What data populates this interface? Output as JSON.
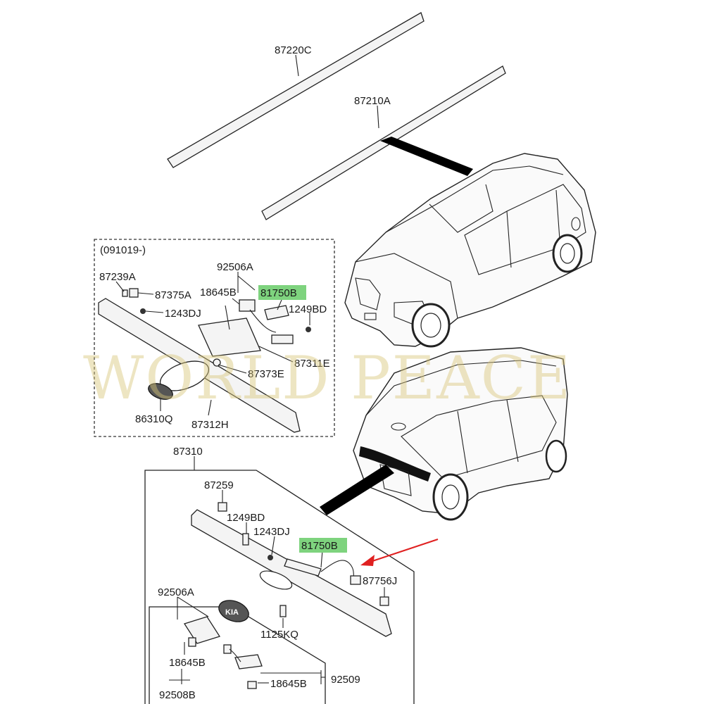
{
  "watermark": "WORLD PEACE",
  "colors": {
    "highlight": "#7ed37e",
    "arrow": "#e02020",
    "watermark": "#d9c67a"
  },
  "labels": {
    "p87220C": "87220C",
    "p87210A": "87210A",
    "box_note": "(091019-)",
    "p92506A_top": "92506A",
    "p87239A": "87239A",
    "p87375A": "87375A",
    "p18645B_top": "18645B",
    "p81750B_top": "81750B",
    "p1249BD_top": "1249BD",
    "p1243DJ_top": "1243DJ",
    "p87311E": "87311E",
    "p87373E": "87373E",
    "p86310Q": "86310Q",
    "p87312H": "87312H",
    "p87310": "87310",
    "p87259": "87259",
    "p1249BD_bot": "1249BD",
    "p1243DJ_bot": "1243DJ",
    "p81750B_bot": "81750B",
    "p87756J": "87756J",
    "p92506A_bot": "92506A",
    "p1125KQ": "1125KQ",
    "p18645B_bot1": "18645B",
    "p92509": "92509",
    "p18645B_bot2": "18645B",
    "p92508B": "92508B"
  }
}
